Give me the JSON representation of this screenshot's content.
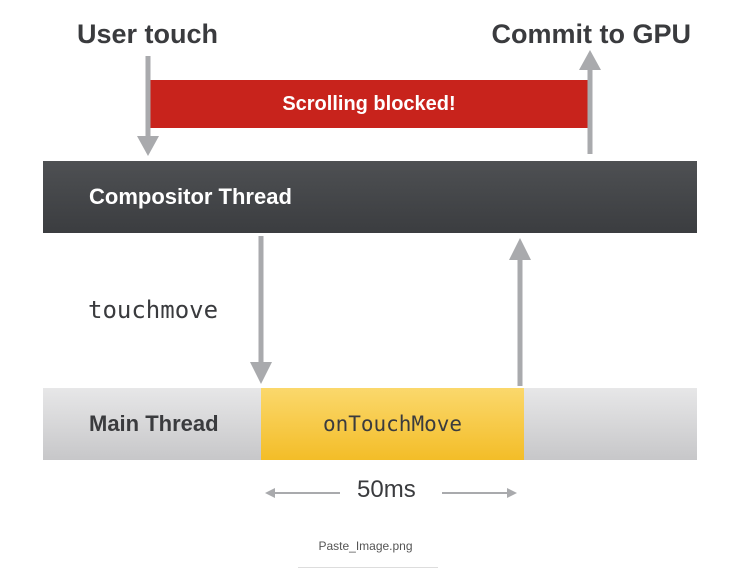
{
  "labels": {
    "user_touch": "User touch",
    "commit_gpu": "Commit to GPU",
    "scrolling_blocked": "Scrolling blocked!",
    "compositor_thread": "Compositor Thread",
    "touchmove": "touchmove",
    "main_thread": "Main Thread",
    "handler": "onTouchMove",
    "duration": "50ms"
  },
  "caption": "Paste_Image.png",
  "colors": {
    "blocked_bar": "#c8231c",
    "compositor_bar": "#45474a",
    "main_bar": "#d6d6d8",
    "handler_bar": "#f6c843",
    "arrow": "#a9aaad",
    "text": "#3a3b3e"
  }
}
